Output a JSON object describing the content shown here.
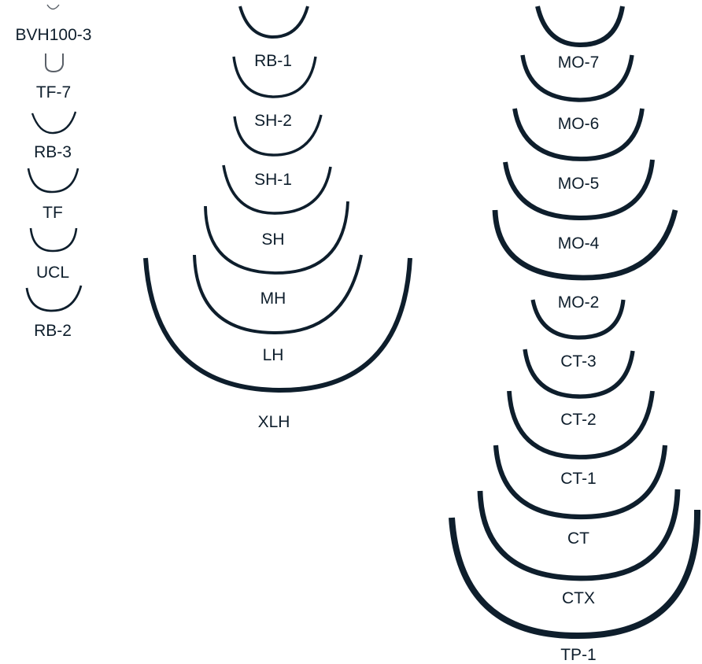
{
  "colors": {
    "ink": "#0e1e2c",
    "ink_light": "#5a6068",
    "background": "#ffffff"
  },
  "columns": [
    {
      "name": "left",
      "needles": [
        {
          "id": "bvh100-3",
          "label": "BVH100-3"
        },
        {
          "id": "tf-7",
          "label": "TF-7"
        },
        {
          "id": "rb-3",
          "label": "RB-3"
        },
        {
          "id": "tf",
          "label": "TF"
        },
        {
          "id": "ucl",
          "label": "UCL"
        },
        {
          "id": "rb-2",
          "label": "RB-2"
        }
      ]
    },
    {
      "name": "middle",
      "needles": [
        {
          "id": "rb-1",
          "label": "RB-1"
        },
        {
          "id": "sh-2",
          "label": "SH-2"
        },
        {
          "id": "sh-1",
          "label": "SH-1"
        },
        {
          "id": "sh",
          "label": "SH"
        },
        {
          "id": "mh",
          "label": "MH"
        },
        {
          "id": "lh",
          "label": "LH"
        },
        {
          "id": "xlh",
          "label": "XLH"
        }
      ]
    },
    {
      "name": "right",
      "needles": [
        {
          "id": "mo-7",
          "label": "MO-7"
        },
        {
          "id": "mo-6",
          "label": "MO-6"
        },
        {
          "id": "mo-5",
          "label": "MO-5"
        },
        {
          "id": "mo-4",
          "label": "MO-4"
        },
        {
          "id": "mo-2",
          "label": "MO-2"
        },
        {
          "id": "ct-3",
          "label": "CT-3"
        },
        {
          "id": "ct-2",
          "label": "CT-2"
        },
        {
          "id": "ct-1",
          "label": "CT-1"
        },
        {
          "id": "ct",
          "label": "CT"
        },
        {
          "id": "ctx",
          "label": "CTX"
        },
        {
          "id": "tp-1",
          "label": "TP-1"
        }
      ]
    }
  ]
}
